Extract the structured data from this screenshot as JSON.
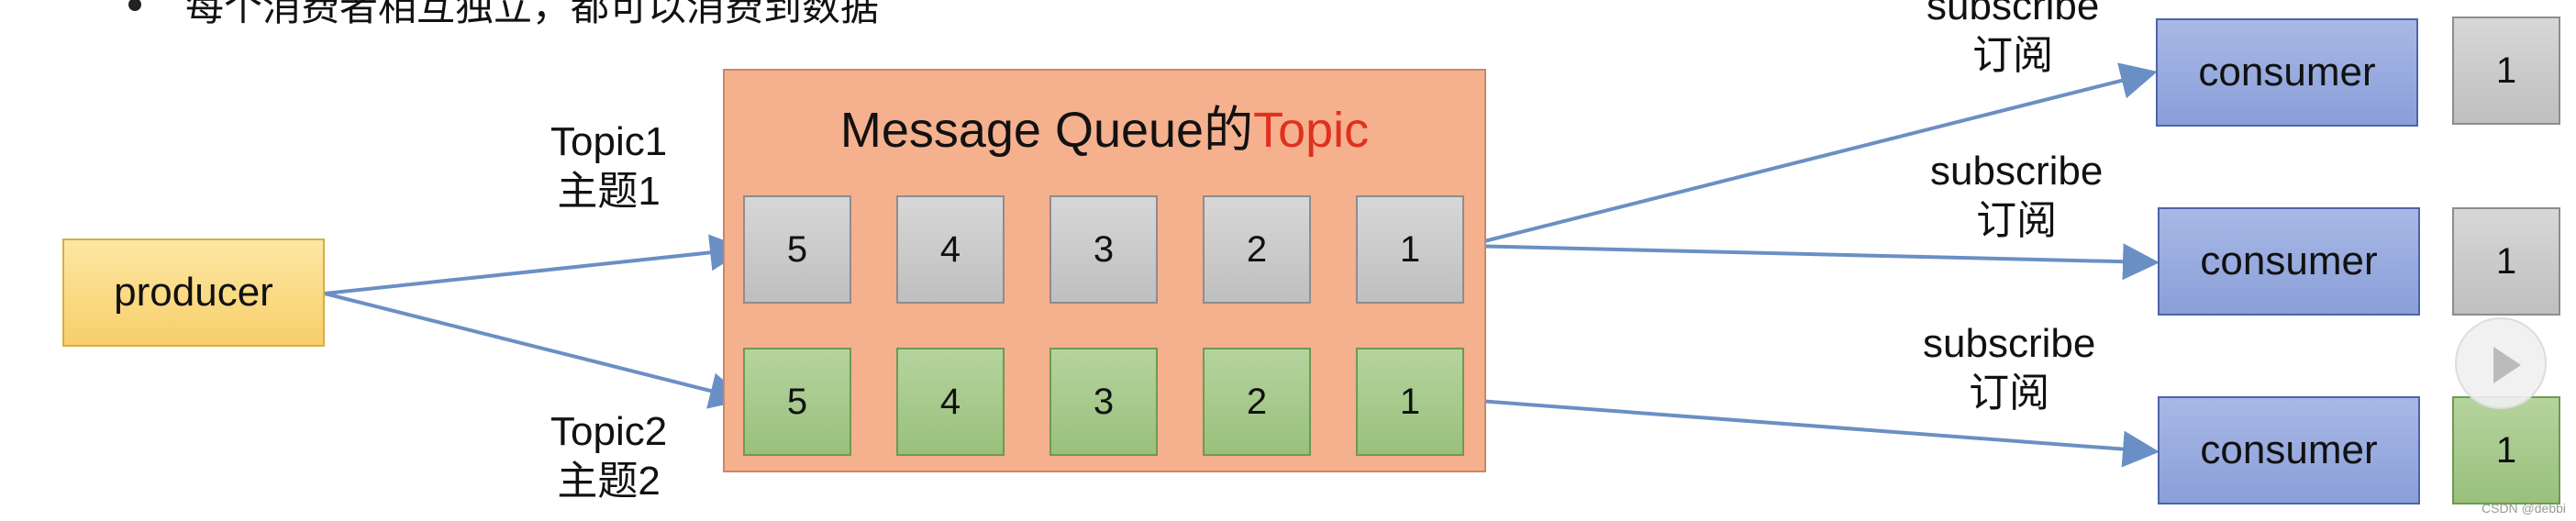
{
  "bullet": {
    "text": "每个消费者相互独立，都可以消费到数据"
  },
  "queue": {
    "title_main": "Message Queue的",
    "title_highlight": "Topic"
  },
  "producer": {
    "label": "producer"
  },
  "topics": [
    {
      "name": "Topic1",
      "cn": "主题1",
      "cells": [
        "5",
        "4",
        "3",
        "2",
        "1"
      ]
    },
    {
      "name": "Topic2",
      "cn": "主题2",
      "cells": [
        "5",
        "4",
        "3",
        "2",
        "1"
      ]
    }
  ],
  "subscriptions": [
    {
      "en": "subscribe",
      "cn": "订阅",
      "consumer": "consumer",
      "badge": "1"
    },
    {
      "en": "subscribe",
      "cn": "订阅",
      "consumer": "consumer",
      "badge": "1"
    },
    {
      "en": "subscribe",
      "cn": "订阅",
      "consumer": "consumer",
      "badge": "1"
    }
  ],
  "watermark": "CSDN @debbi",
  "colors": {
    "queue_bg": "#f5b08e",
    "highlight": "#e0301e",
    "arrow": "#6a8fc4",
    "producer": "#f7cf6a",
    "consumer": "#8a9fd8",
    "topic1_cell": "#c8c8c8",
    "topic2_cell": "#a6c98b"
  }
}
